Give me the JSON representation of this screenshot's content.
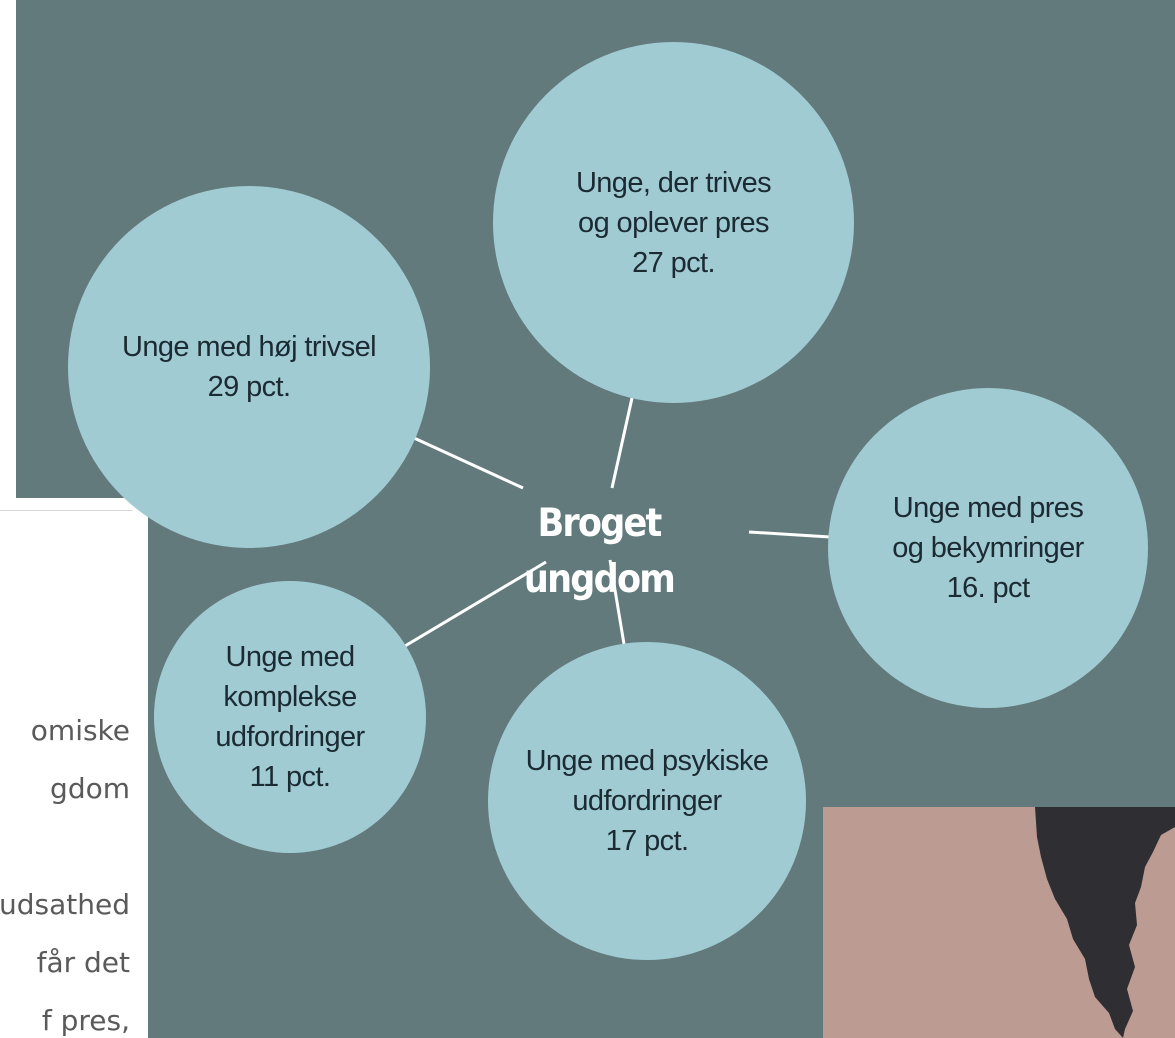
{
  "diagram": {
    "title": "Broget ungdom",
    "segments": [
      {
        "id": "hoej-trivsel",
        "lines": [
          "Unge med høj trivsel",
          "29 pct."
        ]
      },
      {
        "id": "trives-pres",
        "lines": [
          "Unge, der trives",
          "og oplever pres",
          "27 pct."
        ]
      },
      {
        "id": "pres-bekymringer",
        "lines": [
          "Unge med pres",
          "og bekymringer",
          "16. pct"
        ]
      },
      {
        "id": "psykiske",
        "lines": [
          "Unge med psykiske",
          "udfordringer",
          "17 pct."
        ]
      },
      {
        "id": "komplekse",
        "lines": [
          "Unge med",
          "komplekse",
          "udfordringer",
          "11 pct."
        ]
      }
    ]
  },
  "article_fragment": {
    "lines": [
      "omiske",
      "gdom",
      "udsathed",
      "får det",
      "f pres,"
    ]
  },
  "colors": {
    "panel": "#627a7c",
    "bubble": "#a1cbd3",
    "bubble_text": "#1c2b33",
    "title": "#ffffff",
    "photo_bg": "#bb9b92",
    "photo_shape": "#2f2e33"
  }
}
